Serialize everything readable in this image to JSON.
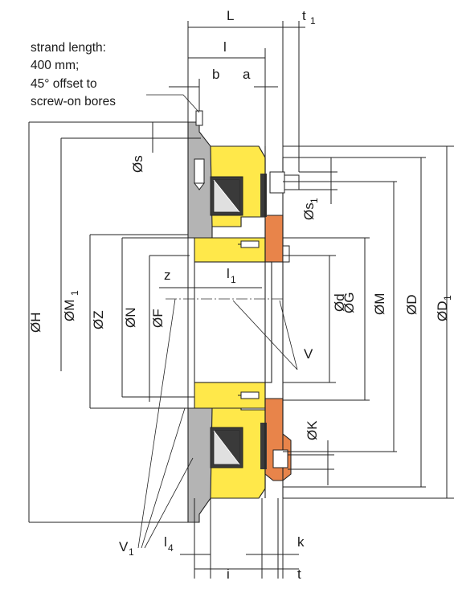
{
  "note": {
    "line1": "strand length:",
    "line2": "400 mm;",
    "line3": "45° offset to",
    "line4": "screw-on bores"
  },
  "labels": {
    "L": "L",
    "l": "l",
    "t1": "t",
    "t1_sub": "1",
    "b": "b",
    "a": "a",
    "s": "Øs",
    "s1": "Øs",
    "s1_sub": "1",
    "H": "ØH",
    "M1": "ØM",
    "M1_sub": "1",
    "Z": "ØZ",
    "N": "ØN",
    "F": "ØF",
    "z": "z",
    "l1": "l",
    "l1_sub": "1",
    "d": "Ød",
    "G": "ØG",
    "M": "ØM",
    "D": "ØD",
    "D1": "ØD",
    "D1_sub": "1",
    "V": "V",
    "K": "ØK",
    "V1": "V",
    "V1_sub": "1",
    "l4": "l",
    "l4_sub": "4",
    "k": "k",
    "i": "i",
    "t": "t"
  },
  "colors": {
    "housing": "#b4b4b4",
    "hub": "#ffe84a",
    "armature": "#e8844a",
    "coil_dark": "#3a3a3a",
    "coil_light": "#e0e0e0",
    "lines": "#222222"
  },
  "icons": {
    "coil_upper": "coil-cross-section",
    "coil_lower": "coil-cross-section"
  }
}
